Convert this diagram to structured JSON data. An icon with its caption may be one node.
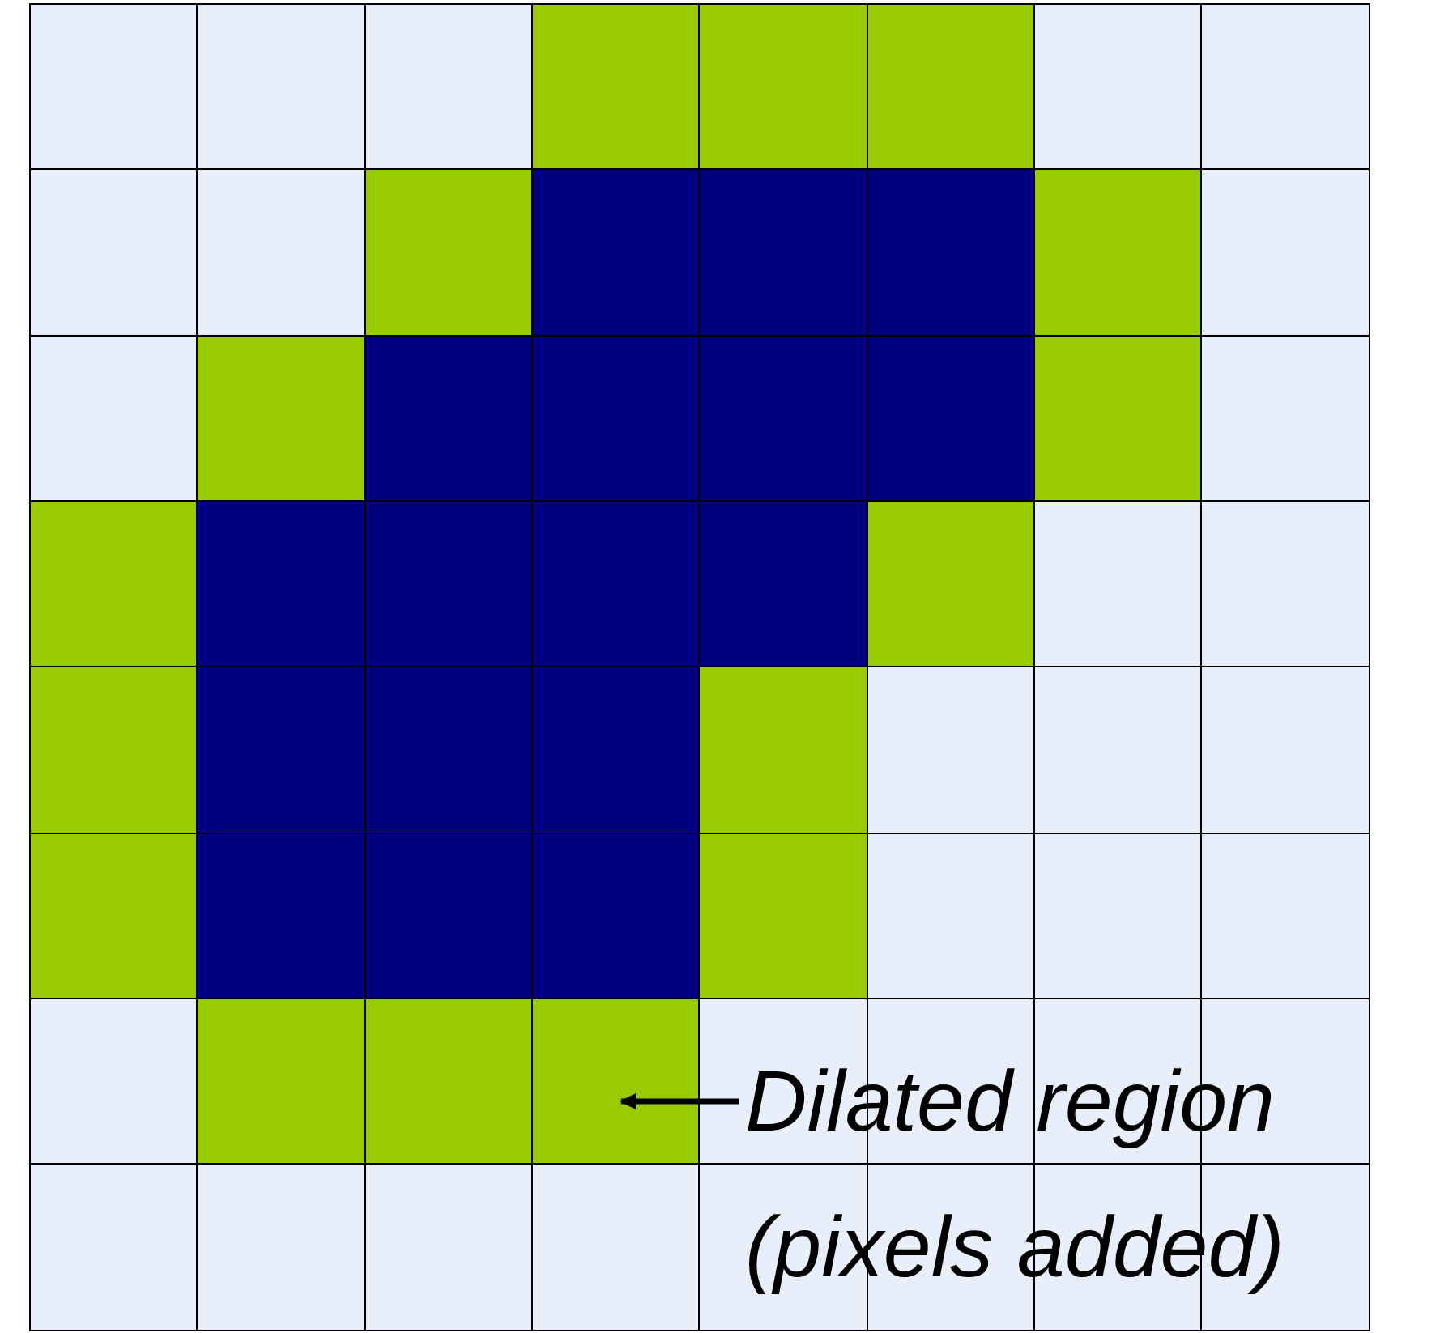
{
  "diagram": {
    "nodes": [
      {
        "text": [
          "Dilated region (pixels added)"
        ]
      },
      {
        "text": [],
        "shape": "box"
      }
    ],
    "edges": [
      {
        "from": 0,
        "to": 1,
        "arrow": "to"
      }
    ]
  }
}
